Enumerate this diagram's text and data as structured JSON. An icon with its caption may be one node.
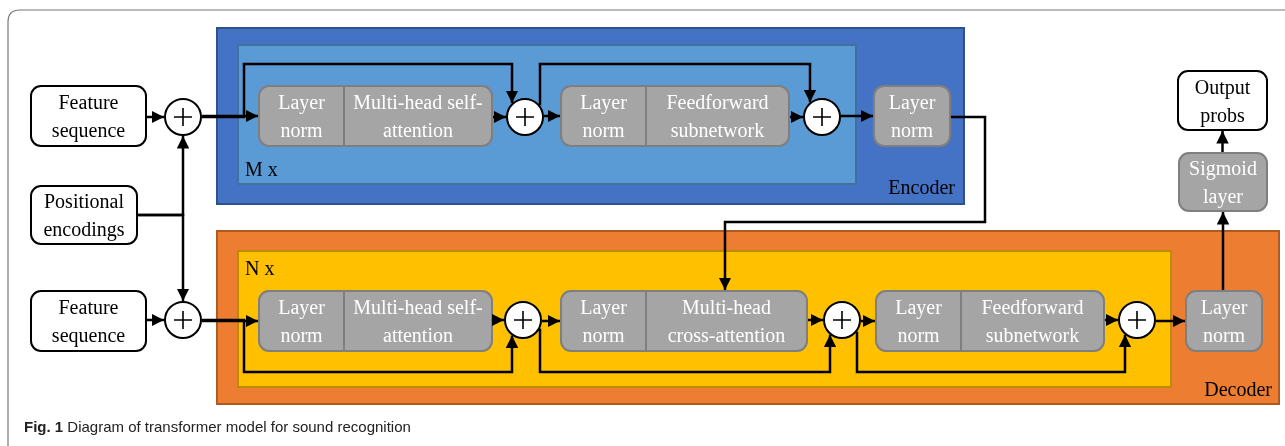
{
  "diagram": {
    "caption": "**Fig. 1** Diagram of transformer model for sound recognition",
    "nodes": [
      {
        "text": [
          "Feature sequence"
        ]
      },
      {
        "text": [],
        "shape": "circle"
      },
      {
        "text": [
          "Positional encodings"
        ]
      },
      {
        "text": [
          "Encoder"
        ]
      },
      {
        "text": [
          "M x"
        ],
        "in": 3
      },
      {
        "text": [
          "Layer norm",
          "Multi-head self-attention"
        ],
        "in": 4
      },
      {
        "text": [],
        "shape": "circle",
        "in": 4
      },
      {
        "text": [
          "Layer norm",
          "Feedforward subnetwork"
        ],
        "in": 4
      },
      {
        "text": [],
        "shape": "circle",
        "in": 4
      },
      {
        "text": [
          "Layer norm"
        ],
        "in": 3
      },
      {
        "text": [
          "Decoder"
        ]
      },
      {
        "text": [
          "N x"
        ],
        "in": 10
      },
      {
        "text": [
          "Layer norm",
          "Multi-head self-attention"
        ],
        "in": 11
      },
      {
        "text": [],
        "shape": "circle",
        "in": 11
      },
      {
        "text": [
          "Layer norm",
          "Multi-head cross-attention"
        ],
        "in": 11
      },
      {
        "text": [],
        "shape": "circle",
        "in": 11
      },
      {
        "text": [
          "Layer norm",
          "Feedforward subnetwork"
        ],
        "in": 11
      },
      {
        "text": [],
        "shape": "circle",
        "in": 11
      },
      {
        "text": [
          "Layer norm"
        ],
        "in": 10
      },
      {
        "text": [
          "Sigmoid layer"
        ]
      },
      {
        "text": [
          "Output probs"
        ]
      },
      {
        "text": [
          "Feature sequence"
        ]
      },
      {
        "text": [],
        "shape": "circle"
      }
    ],
    "edges": [
      {
        "from": 0,
        "to": 1,
        "arrow": "to"
      },
      {
        "from": 2,
        "to": 1,
        "arrow": "to"
      },
      {
        "from": 2,
        "to": 22,
        "arrow": "to"
      },
      {
        "from": 1,
        "to": 5,
        "arrow": "to"
      },
      {
        "from": 1,
        "to": 6,
        "arrow": "to"
      },
      {
        "from": 5,
        "to": 6,
        "arrow": "to"
      },
      {
        "from": 6,
        "to": 7,
        "arrow": "to"
      },
      {
        "from": 6,
        "to": 8,
        "arrow": "to"
      },
      {
        "from": 7,
        "to": 8,
        "arrow": "to"
      },
      {
        "from": 8,
        "to": 9,
        "arrow": "to"
      },
      {
        "from": 9,
        "to": 14,
        "arrow": "to"
      },
      {
        "from": 21,
        "to": 22,
        "arrow": "to"
      },
      {
        "from": 22,
        "to": 12,
        "arrow": "to"
      },
      {
        "from": 22,
        "to": 13,
        "arrow": "to"
      },
      {
        "from": 12,
        "to": 13,
        "arrow": "to"
      },
      {
        "from": 13,
        "to": 14,
        "arrow": "to"
      },
      {
        "from": 13,
        "to": 15,
        "arrow": "to"
      },
      {
        "from": 14,
        "to": 15,
        "arrow": "to"
      },
      {
        "from": 15,
        "to": 16,
        "arrow": "to"
      },
      {
        "from": 15,
        "to": 17,
        "arrow": "to"
      },
      {
        "from": 16,
        "to": 17,
        "arrow": "to"
      },
      {
        "from": 17,
        "to": 18,
        "arrow": "to"
      },
      {
        "from": 18,
        "to": 19,
        "arrow": "to"
      },
      {
        "from": 19,
        "to": 20,
        "arrow": "to"
      }
    ]
  }
}
